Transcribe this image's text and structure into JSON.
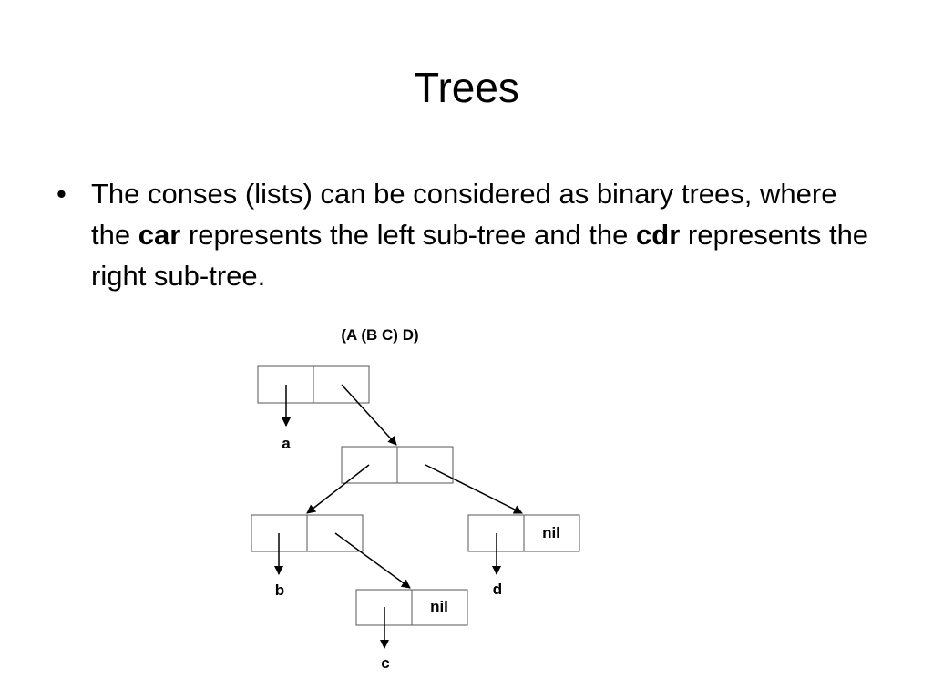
{
  "title": "Trees",
  "bullet": {
    "marker": "•",
    "text_1": "The conses (lists) can be considered as binary trees, where the ",
    "car": "car",
    "text_2": " represents the left sub-tree and the ",
    "cdr": "cdr",
    "text_3": " represents the right sub-tree."
  },
  "diagram": {
    "caption": "(A (B C) D)",
    "leaves": {
      "a": "a",
      "b": "b",
      "c": "c",
      "d": "d"
    },
    "nil_label": "nil"
  }
}
